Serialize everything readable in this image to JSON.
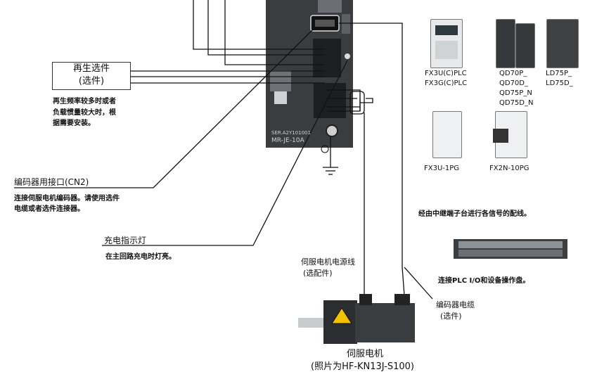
{
  "regen_option": {
    "title": "再生选件",
    "subtitle": "(选件)",
    "desc": [
      "再生频率较多时或者",
      "负载惯量较大时，根",
      "据需要安装。"
    ]
  },
  "encoder_port": {
    "title": "编码器用接口(CN2)",
    "desc": [
      "连接伺服电机编码器。请使用选件",
      "电缆或者选件连接器。"
    ]
  },
  "charge_lamp": {
    "title": "充电指示灯",
    "desc": "在主回路充电时灯亮。"
  },
  "servo_amp": {
    "model_text": "MR-JE-10A",
    "serial_text": "SER.A2Y101001"
  },
  "power_cable": {
    "title": "伺服电机电源线",
    "subtitle": "(选配件)"
  },
  "encoder_cable": {
    "title": "编码器电缆",
    "subtitle": "(选件)"
  },
  "motor": {
    "title": "伺服电机",
    "subtitle": "(照片为HF-KN13J-S100)"
  },
  "plc_devices": [
    {
      "label_lines": [
        "FX3U(C)PLC",
        "FX3G(C)PLC"
      ]
    },
    {
      "label_lines": [
        "QD70P_",
        "QD70D_",
        "QD75P_N",
        "QD75D_N"
      ]
    },
    {
      "label_lines": [
        "LD75P_",
        "LD75D_"
      ]
    },
    {
      "label_lines": [
        "FX3U-1PG"
      ]
    },
    {
      "label_lines": [
        "FX2N-10PG"
      ]
    }
  ],
  "relay_terminal": {
    "title": "经由中继端子台进行各信号的配线。",
    "desc": "连接PLC I/O和设备操作盘。"
  },
  "colors": {
    "line": "#111111",
    "amp_body": "#3a3d40",
    "motor_body": "#2b2d30",
    "warning": "#f2c200"
  }
}
